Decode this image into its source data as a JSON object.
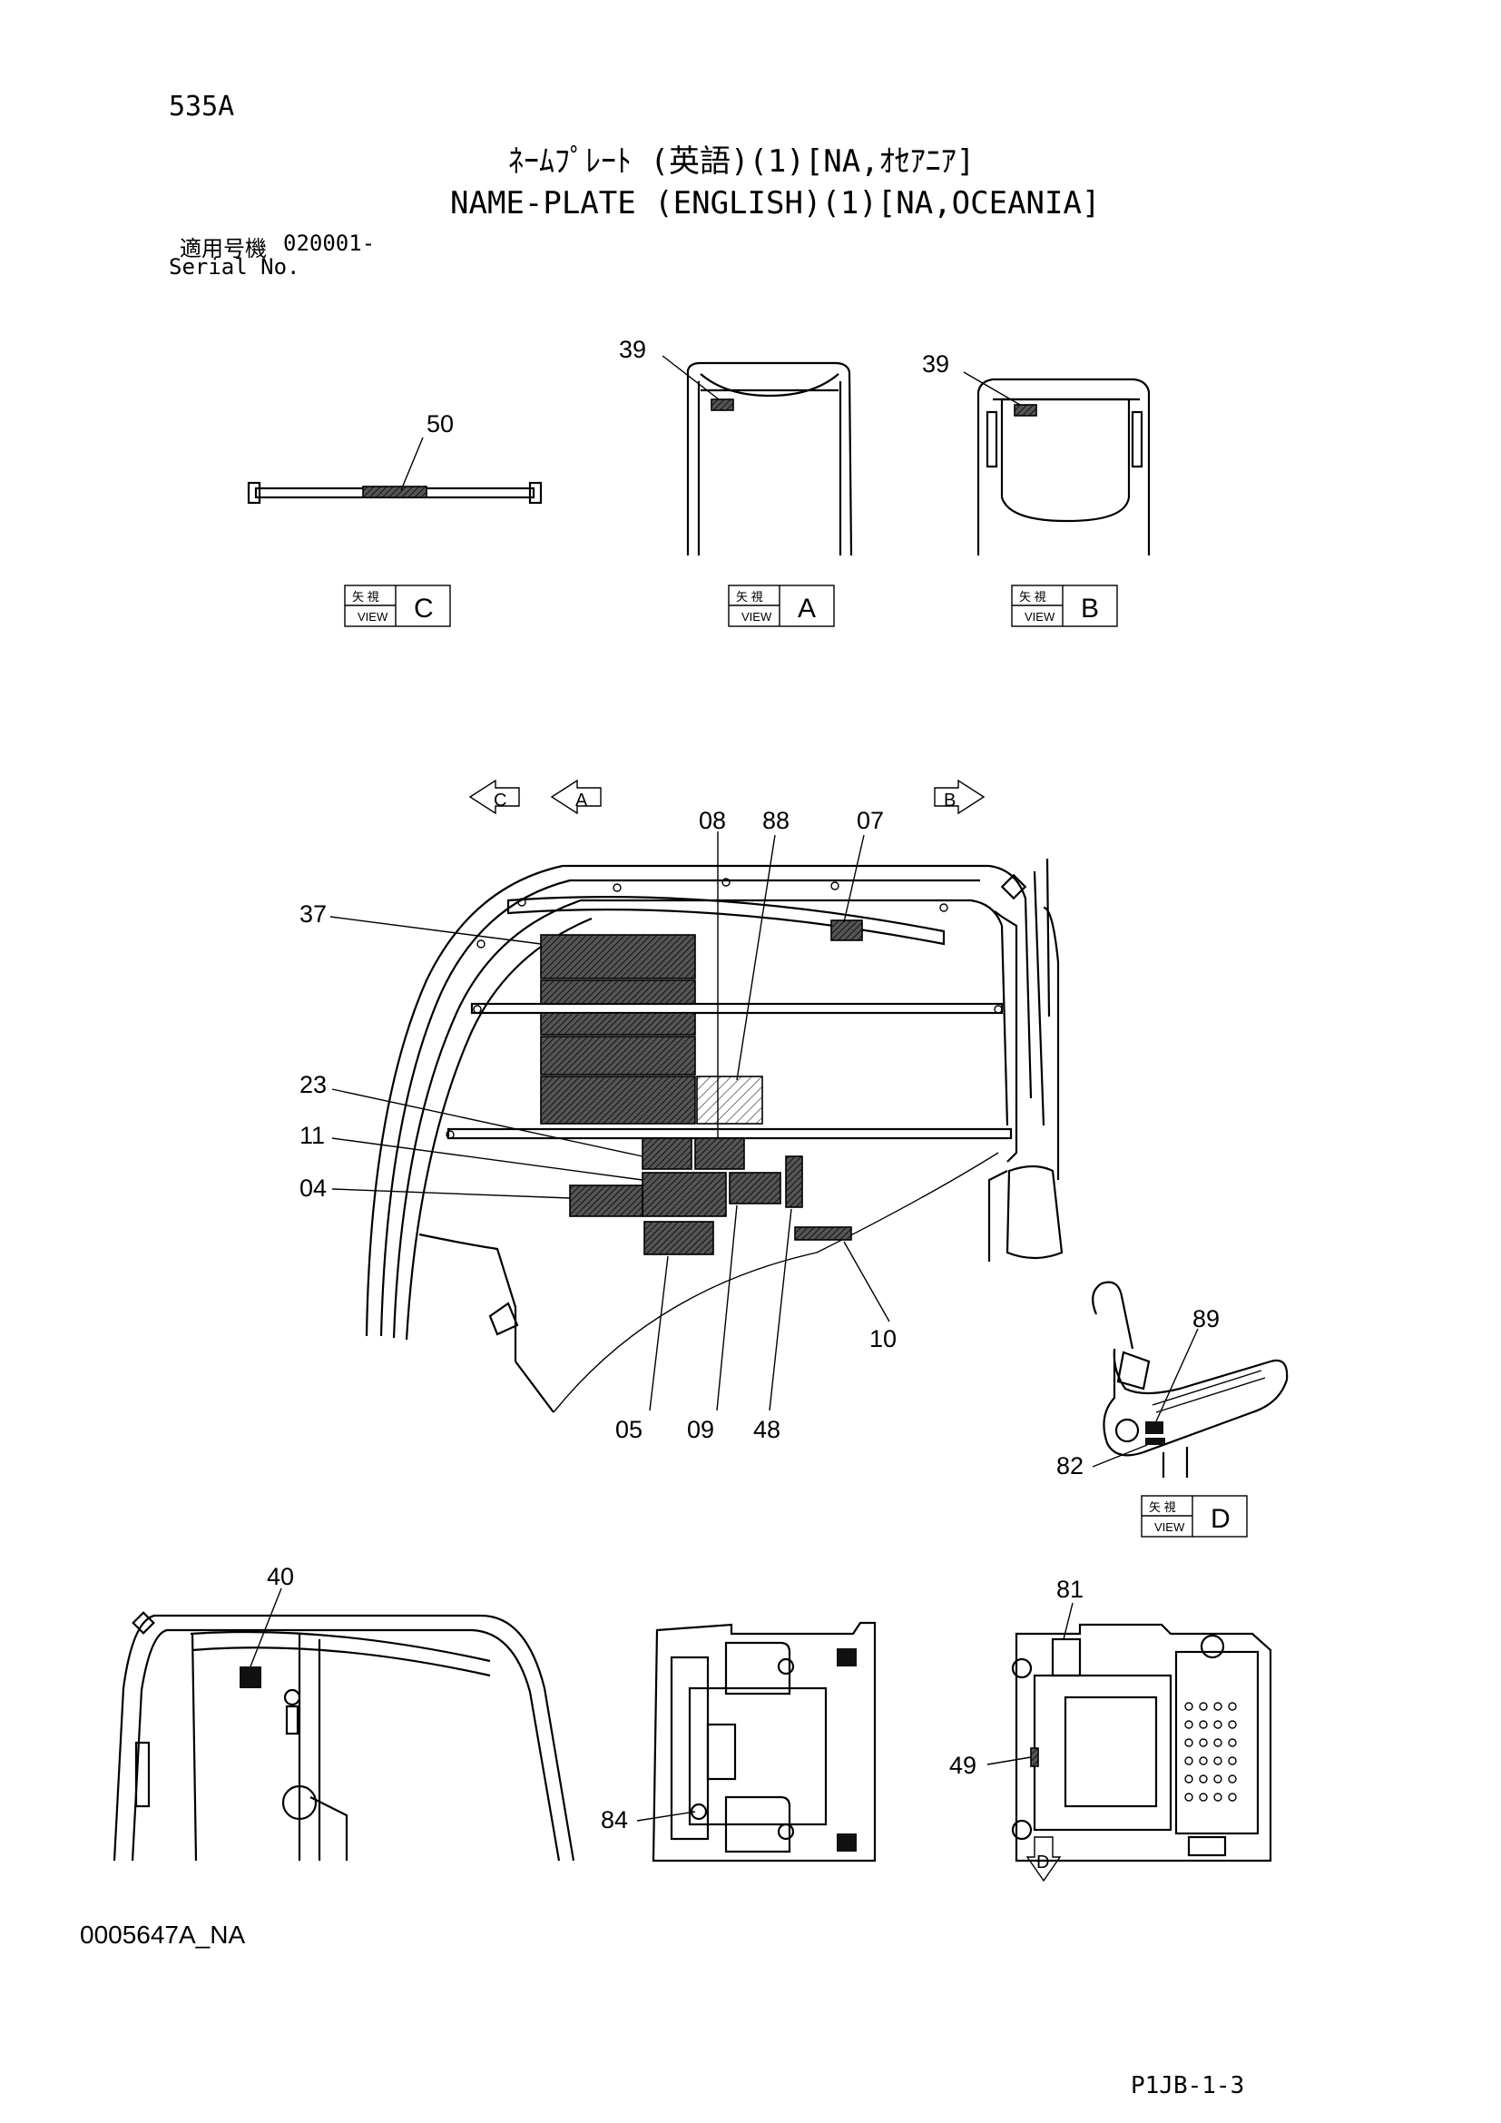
{
  "header": {
    "code": "535A",
    "title_jp": "ﾈｰﾑﾌﾟﾚｰﾄ (英語)(1)[NA,ｵｾｱﾆｱ]",
    "title_en": "NAME-PLATE (ENGLISH)(1)[NA,OCEANIA]",
    "serial_label_jp": "適用号機",
    "serial_number": "020001-",
    "serial_label_en": "Serial No."
  },
  "footer": {
    "drawing_id": "0005647A_NA",
    "page_ref": "P1JB-1-3"
  },
  "views": {
    "c": {
      "jp": "矢 視",
      "word": "VIEW",
      "letter": "C"
    },
    "a": {
      "jp": "矢 視",
      "word": "VIEW",
      "letter": "A"
    },
    "b": {
      "jp": "矢 視",
      "word": "VIEW",
      "letter": "B"
    },
    "d": {
      "jp": "矢 視",
      "word": "VIEW",
      "letter": "D"
    }
  },
  "direction_arrows": {
    "c": "C",
    "a": "A",
    "b": "B",
    "d": "D"
  },
  "part_labels": {
    "p50": "50",
    "p39a": "39",
    "p39b": "39",
    "p08": "08",
    "p88": "88",
    "p07": "07",
    "p37": "37",
    "p23": "23",
    "p11": "11",
    "p04": "04",
    "p05": "05",
    "p09": "09",
    "p48": "48",
    "p10": "10",
    "p89": "89",
    "p82": "82",
    "p40": "40",
    "p81": "81",
    "p49": "49",
    "p84": "84"
  }
}
